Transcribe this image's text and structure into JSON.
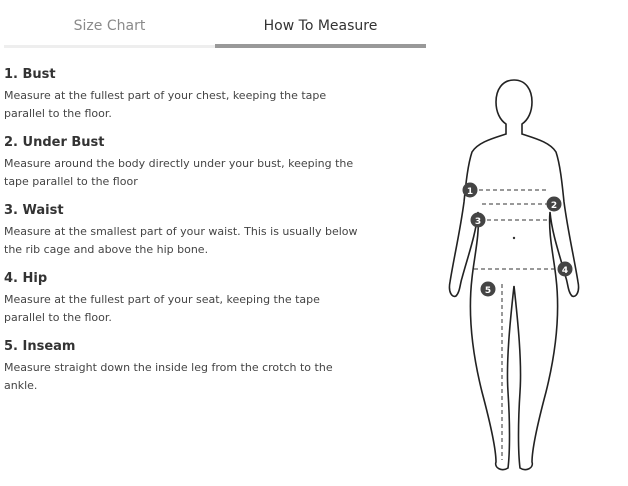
{
  "tabs": [
    {
      "label": "Size Chart",
      "active": false
    },
    {
      "label": "How To Measure",
      "active": true
    }
  ],
  "sections": [
    {
      "title": "1. Bust",
      "text": "Measure at the fullest part of your chest, keeping the tape parallel to the floor."
    },
    {
      "title": "2. Under Bust",
      "text": "Measure around the body directly under your bust, keeping the tape parallel to the floor"
    },
    {
      "title": "3. Waist",
      "text": "Measure at the smallest part of your waist. This is usually below the rib cage and above the hip bone."
    },
    {
      "title": "4. Hip",
      "text": "Measure at the fullest part of your seat, keeping the tape parallel to the floor."
    },
    {
      "title": "5. Inseam",
      "text": "Measure straight down the inside leg from the crotch to the ankle."
    }
  ],
  "figure": {
    "markers": [
      "1",
      "2",
      "3",
      "4",
      "5"
    ]
  }
}
